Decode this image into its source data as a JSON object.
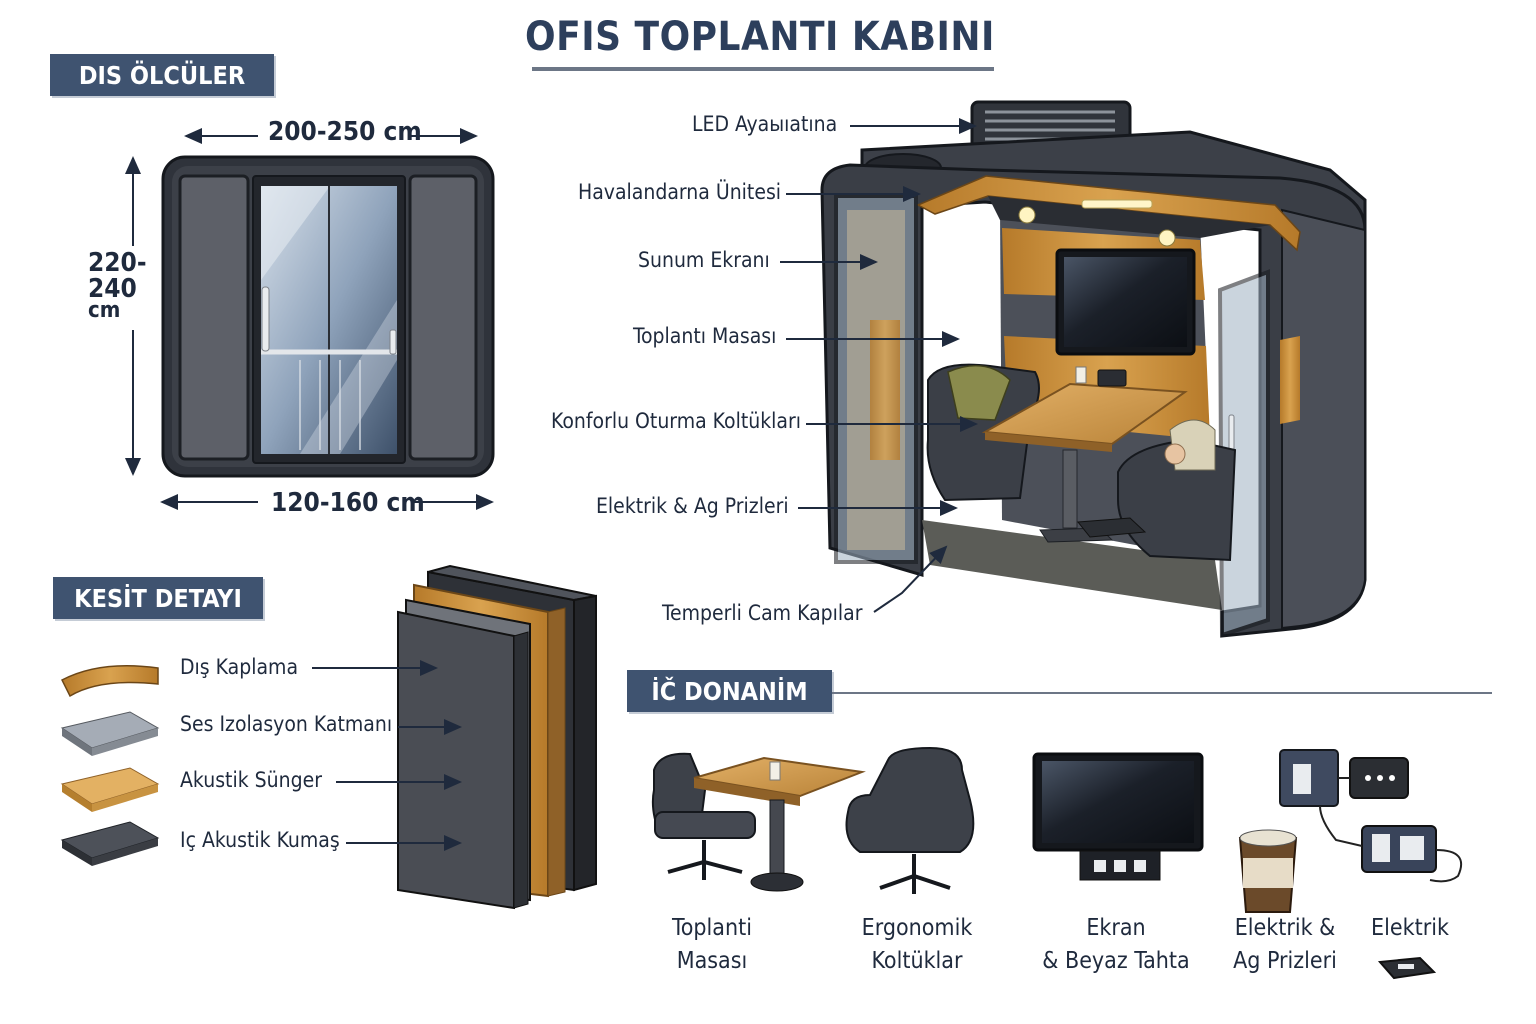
{
  "title": "OFIS TOPLANTI KABINI",
  "sections": {
    "exterior": "DIS ÖLCÜLER",
    "section_detail": "KESİT DETAYI",
    "interior": "İČ DONANİM"
  },
  "dimensions": {
    "width": "200-250 cm",
    "height_line1": "220-",
    "height_line2": "240",
    "height_unit": "cm",
    "depth": "120-160 cm"
  },
  "callouts": [
    "LED Ayaыıatına",
    "Havalandarna Ünitesi",
    "Sunum Ekranı",
    "Toplantı Masası",
    "Konforlu Oturma Koltükları",
    "Elektrik & Ag Prizleri",
    "Temperli Cam Kapılar"
  ],
  "layers": [
    {
      "label": "Dış Kaplama",
      "icon": "wood-panel-icon"
    },
    {
      "label": "Ses Izolasyon Katmanı",
      "icon": "insulation-icon"
    },
    {
      "label": "Akustik Sünger",
      "icon": "foam-icon"
    },
    {
      "label": "Iç Akustik Kumaş",
      "icon": "fabric-icon"
    }
  ],
  "equipment": [
    {
      "line1": "Toplanti",
      "line2": "Masası"
    },
    {
      "line1": "Ergonomik",
      "line2": "Koltüklar"
    },
    {
      "line1": "Ekran",
      "line2": "& Beyaz Tahta"
    },
    {
      "line1": "Elektrik &",
      "line2": "Ag Prizleri"
    },
    {
      "line1": "Elektrik",
      "line2": ""
    }
  ],
  "colors": {
    "section_bg": "#3f5370",
    "panel_dark": "#3a3e47",
    "wood": "#c98f3a",
    "glass": "#b9c6d6"
  }
}
